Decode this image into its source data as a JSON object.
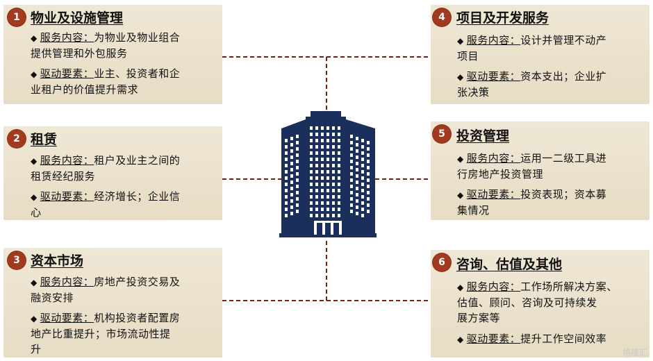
{
  "panels": [
    {
      "num": "1",
      "title": "物业及设施管理",
      "b1_key": "服务内容：",
      "b1_l1": "为物业及物业组合",
      "b1_l2": "提供管理和外包服务",
      "b2_key": "驱动要素：",
      "b2_l1": "业主、投资者和企",
      "b2_l2": "业租户的价值提升需求"
    },
    {
      "num": "2",
      "title": "租赁",
      "b1_key": "服务内容：",
      "b1_l1": "租户及业主之间的",
      "b1_l2": "租赁经纪服务",
      "b2_key": "驱动要素：",
      "b2_l1": "经济增长；企业信",
      "b2_l2": "心"
    },
    {
      "num": "3",
      "title": "资本市场",
      "b1_key": "服务内容：",
      "b1_l1": "房地产投资交易及",
      "b1_l2": "融资安排",
      "b2_key": "驱动要素：",
      "b2_l1": "机构投资者配置房",
      "b2_l2": "地产比重提升；市场流动性提",
      "b2_l3": "升"
    },
    {
      "num": "4",
      "title": "项目及开发服务",
      "b1_key": "服务内容：",
      "b1_l1": "设计并管理不动产",
      "b1_l2": "项目",
      "b2_key": "驱动要素：",
      "b2_l1": "资本支出；企业扩",
      "b2_l2": "张决策"
    },
    {
      "num": "5",
      "title": "投资管理",
      "b1_key": "服务内容：",
      "b1_l1": "运用一二级工具进",
      "b1_l2": "行房地产投资管理",
      "b2_key": "驱动要素：",
      "b2_l1": "投资表现；资本募",
      "b2_l2": "集情况"
    },
    {
      "num": "6",
      "title": "咨询、估值及其他",
      "b1_key": "服务内容：",
      "b1_l1": "工作场所解决方案、",
      "b1_l2": "估值、顾问、咨询及可持续发",
      "b1_l3": "展方案等",
      "b2_key": "驱动要素：",
      "b2_l1": "提升工作空间效率"
    }
  ],
  "watermark": "格隆汇",
  "colors": {
    "accent": "#a23a1f",
    "panel": "#ebe2cd",
    "building": "#1a2f5c"
  }
}
